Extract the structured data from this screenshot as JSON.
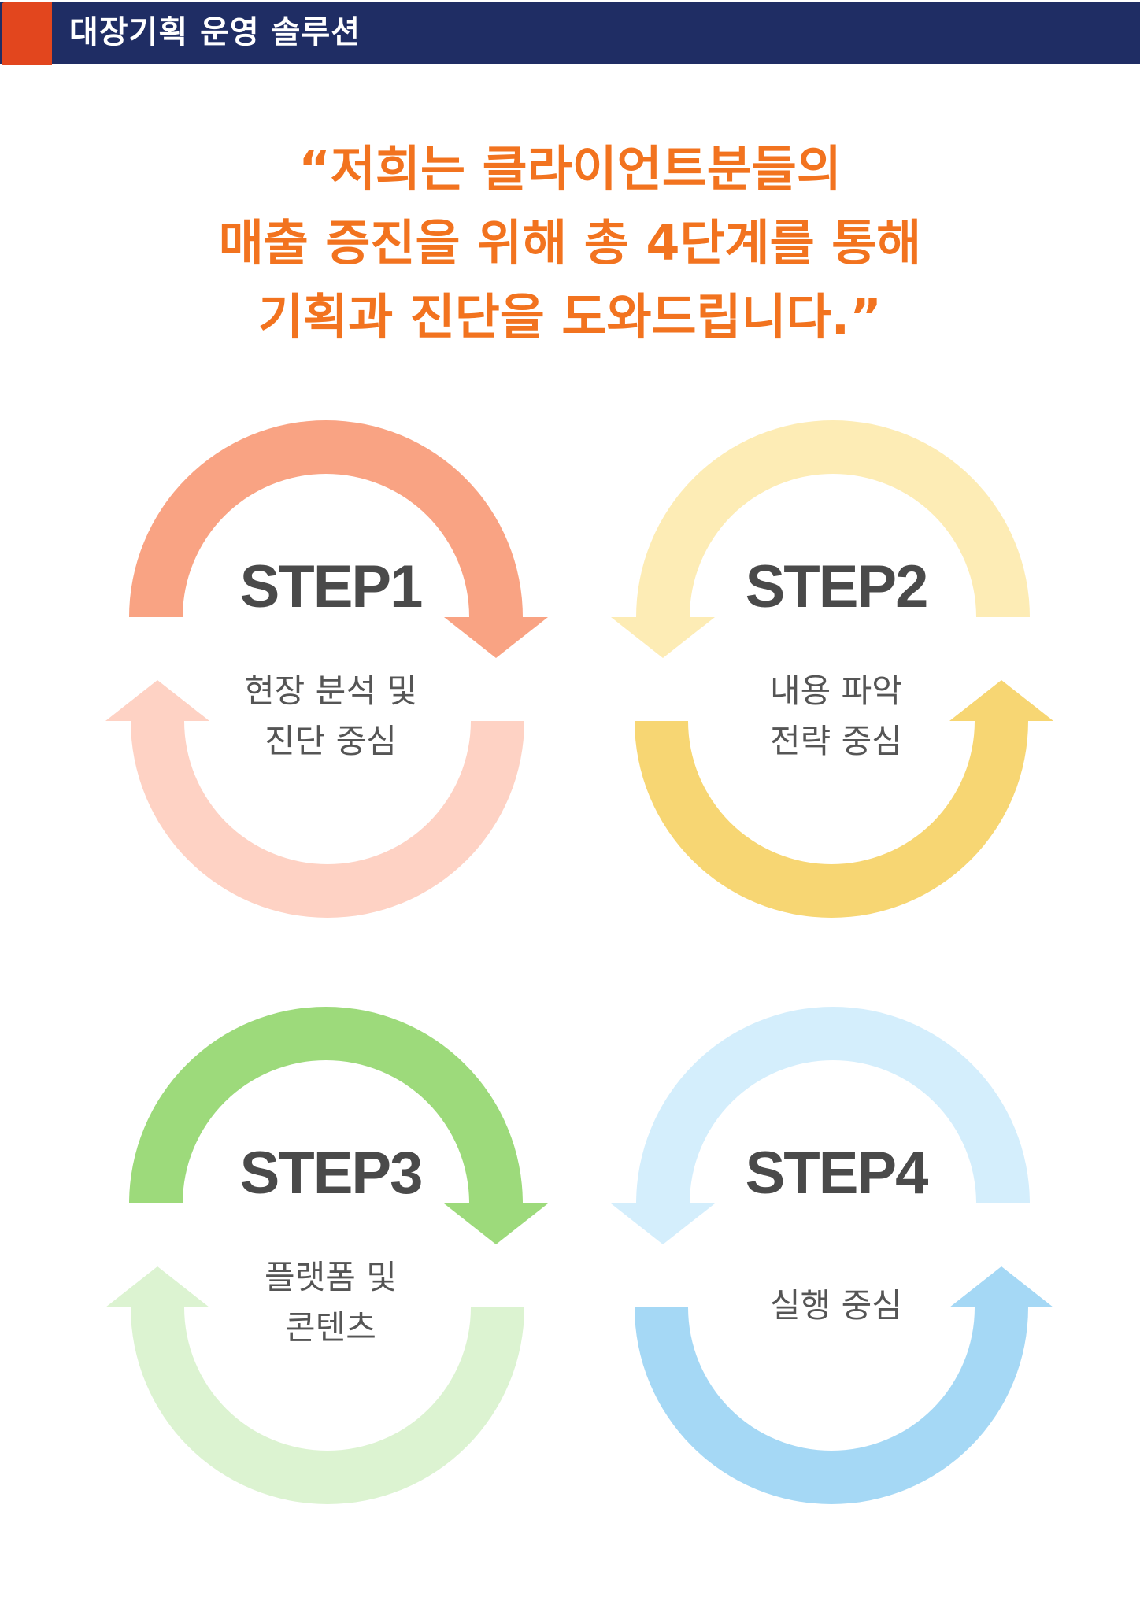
{
  "header": {
    "title": "대장기획 운영 솔루션"
  },
  "quote": {
    "lines": [
      "“저희는 클라이언트분들의",
      "매출 증진을 위해 총 4단계를 통해",
      "기획과 진단을 도와드립니다.”"
    ]
  },
  "steps": [
    {
      "label": "STEP1",
      "desc": [
        "현장 분석 및",
        "진단 중심"
      ],
      "top_color": "#f9a383",
      "bottom_color": "#fed2c4"
    },
    {
      "label": "STEP2",
      "desc": [
        "내용 파악",
        "전략 중심"
      ],
      "top_color": "#fdecb5",
      "bottom_color": "#f7d673"
    },
    {
      "label": "STEP3",
      "desc": [
        "플랫폼 및",
        "콘텐츠"
      ],
      "top_color": "#9dda7b",
      "bottom_color": "#dcf3d1"
    },
    {
      "label": "STEP4",
      "desc": [
        "실행 중심"
      ],
      "top_color": "#d4eefc",
      "bottom_color": "#a5d8f5"
    }
  ]
}
